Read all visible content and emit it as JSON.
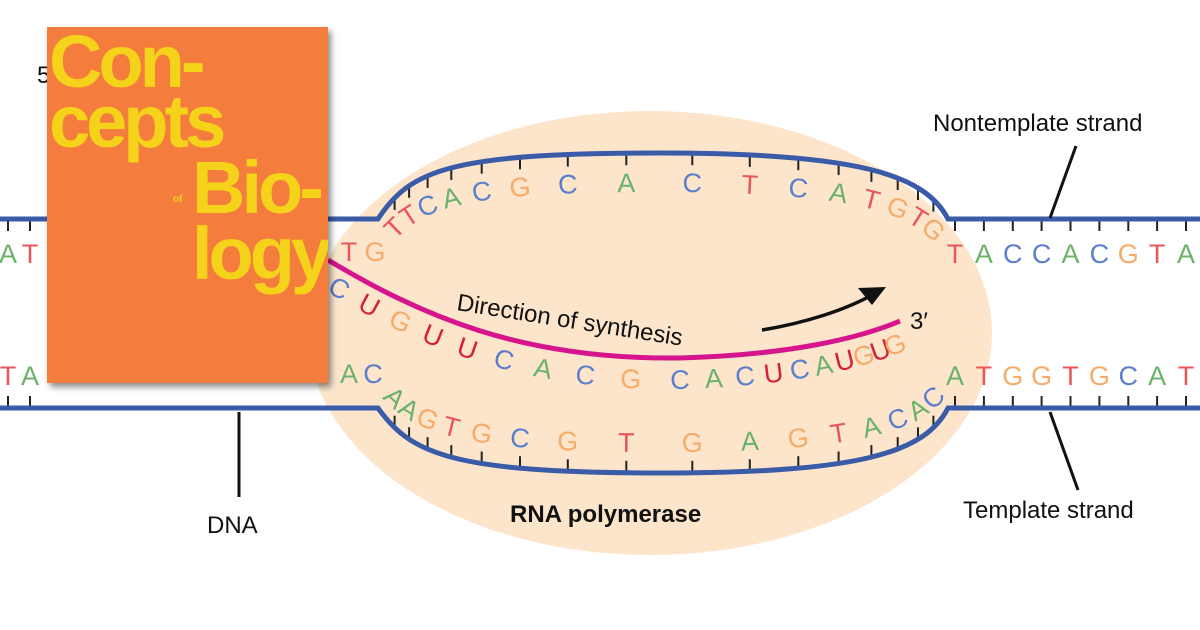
{
  "labels": {
    "nontemplate": "Nontemplate strand",
    "template": "Template strand",
    "dna": "DNA",
    "polymerase": "RNA polymerase",
    "direction": "Direction of synthesis",
    "three_prime": "3′",
    "five_prime": "5"
  },
  "cover": {
    "line1": "Con-",
    "line2": "cepts",
    "line3": "of",
    "line4": "Bio-",
    "line5": "logy"
  },
  "sequences": {
    "top_left": "AT",
    "top_right": "TACCACGTA",
    "bubble_top": "TTCACGCACTCATGTG",
    "bubble_top_extra": "TG",
    "bottom_left": "TA",
    "bottom_right": "ATGGTGCAT",
    "bubble_bottom": "AAGTGCGTGAGTACAC",
    "bottom_extra": "AC",
    "rna": "CUGUUCACGCACUCAUGUG"
  },
  "colors": {
    "A": "#6bb26b",
    "T": "#e8565a",
    "C": "#5b7fcb",
    "G": "#f4ac68",
    "U": "#d51e3a",
    "strand": "#3a5ba8",
    "rna": "#d6158c",
    "polymerase": "#fde5cc",
    "cover": "#f47c3c",
    "cover_text": "#f6d31b"
  }
}
